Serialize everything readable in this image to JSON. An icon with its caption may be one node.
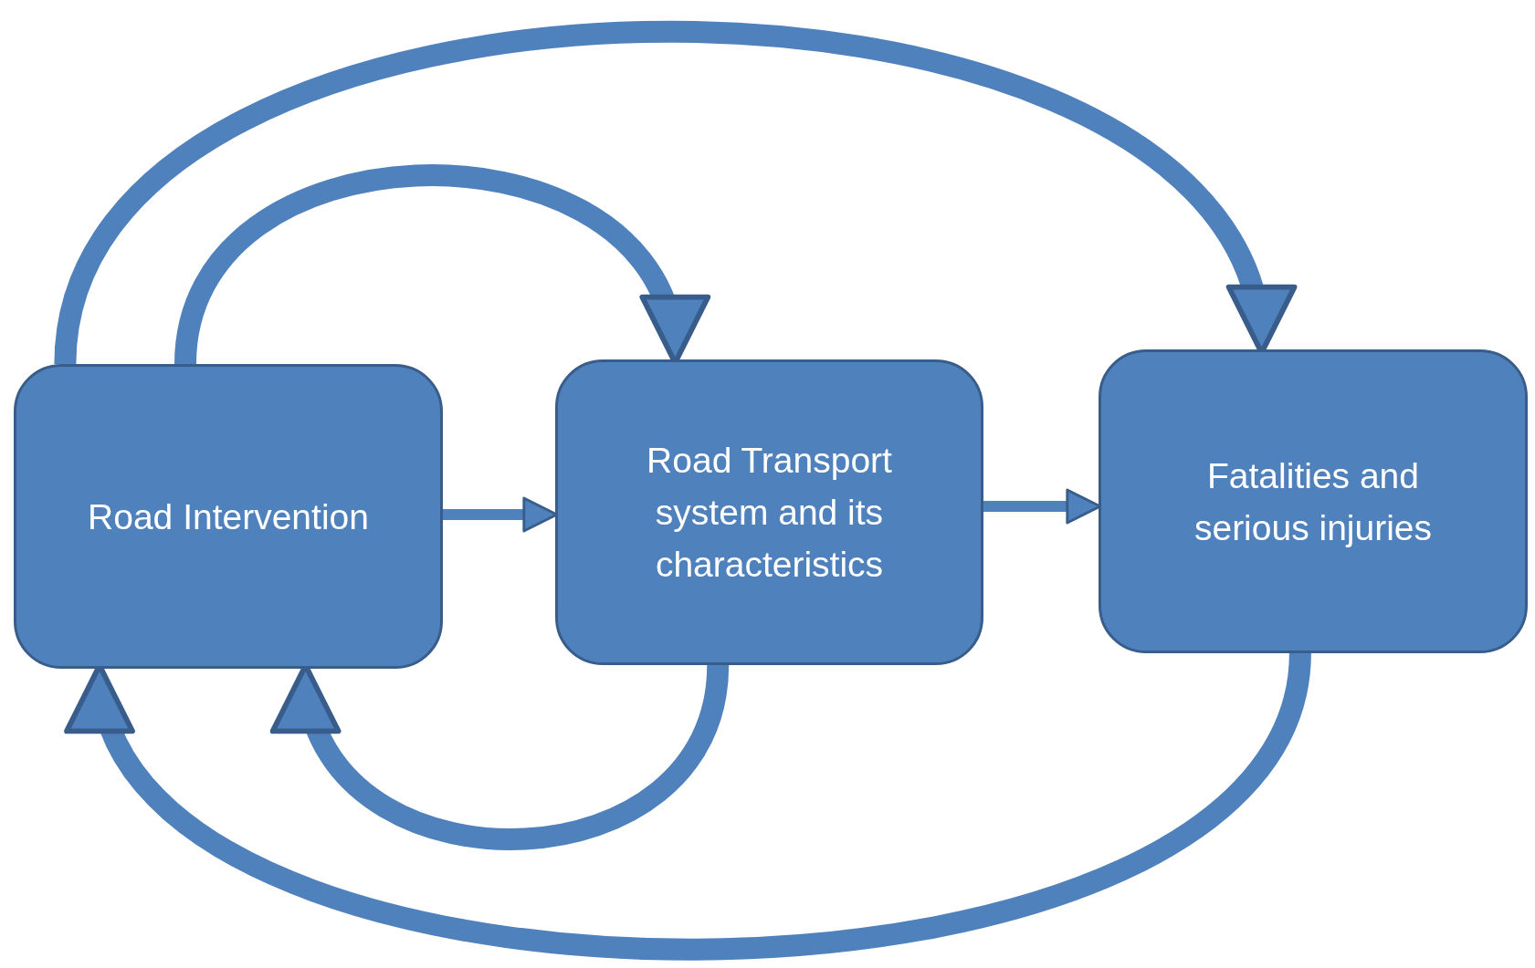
{
  "diagram": {
    "nodes": [
      {
        "text": [
          "Road Intervention"
        ]
      },
      {
        "text": [
          "Road Transport system and its characteristics"
        ]
      },
      {
        "text": [
          "Fatalities and serious injuries"
        ]
      }
    ],
    "edges": [
      {
        "from": 0,
        "to": 1,
        "arrow": "to"
      },
      {
        "from": 1,
        "to": 2,
        "arrow": "to"
      },
      {
        "from": 0,
        "to": 1,
        "arrow": "to"
      },
      {
        "from": 0,
        "to": 2,
        "arrow": "to"
      },
      {
        "from": 1,
        "to": 0,
        "arrow": "to"
      },
      {
        "from": 2,
        "to": 0,
        "arrow": "to"
      }
    ]
  }
}
